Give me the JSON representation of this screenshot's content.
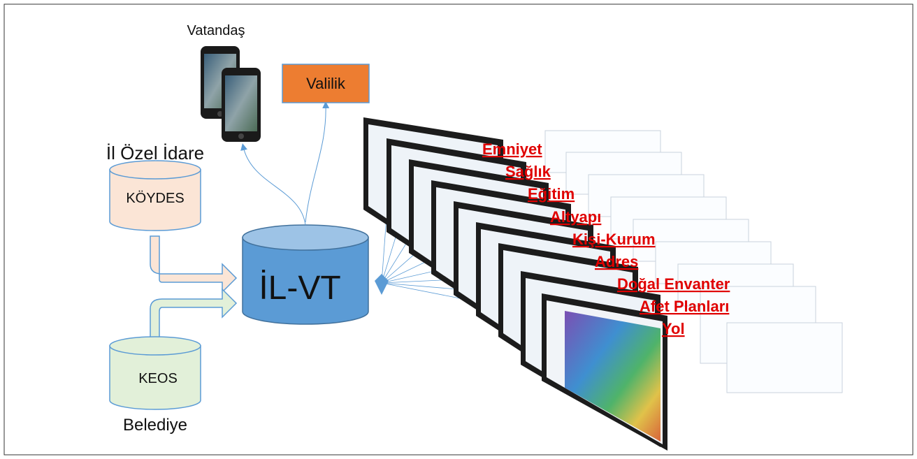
{
  "labels": {
    "citizen": "Vatandaş",
    "governorship": "Valilik",
    "special_admin": "İl Özel İdare",
    "koydes": "KÖYDES",
    "central_db": "İL-VT",
    "keos": "KEOS",
    "municipality": "Belediye"
  },
  "modules": [
    "Emniyet",
    "Sağlık",
    "Eğitim",
    "Altyapı",
    "Kişi-Kurum",
    "Adres",
    "Doğal Envanter",
    "Afet Planları",
    "Yol"
  ],
  "colors": {
    "governorship_box": "#ed7d31",
    "central_db": "#5b9bd5",
    "koydes_db": "#fbe5d6",
    "keos_db": "#e2f0d9",
    "connector": "#5b9bd5",
    "module_text": "#e00000"
  }
}
